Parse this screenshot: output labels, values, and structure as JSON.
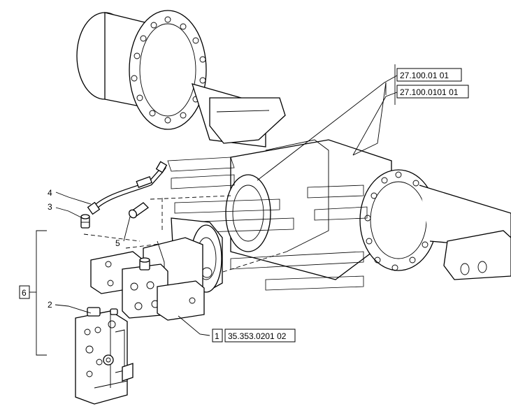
{
  "callouts": {
    "item_1": "1",
    "item_2": "2",
    "item_3": "3",
    "item_4": "4",
    "item_5": "5",
    "item_6": "6"
  },
  "references": {
    "ref_a": "27.100.01 01",
    "ref_b": "27.100.0101 01",
    "ref_c": "35.353.0201 02"
  }
}
